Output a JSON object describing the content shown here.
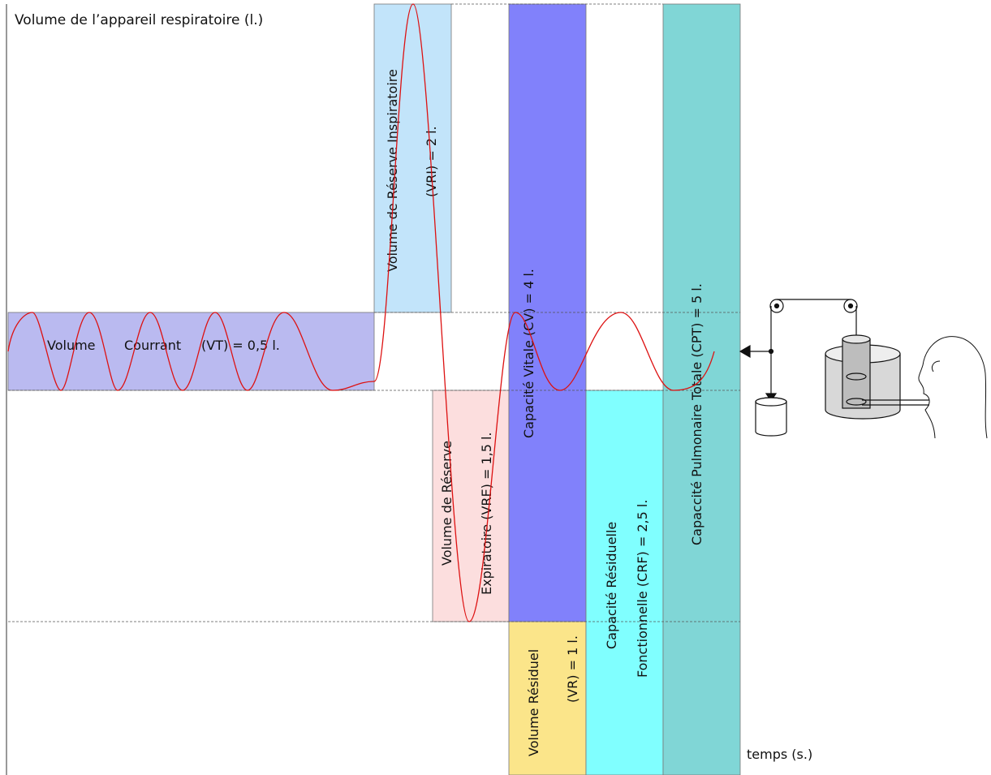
{
  "y_axis_title": "Volume de l’appareil respiratoire (l.)",
  "x_axis_title": "temps (s.)",
  "blocks": {
    "vt": {
      "l1": "Volume",
      "l2": "Courrant",
      "l3": "(VT) = 0,5 l.",
      "color": "#babaf0"
    },
    "vri": {
      "l1": "Volume de Réserve Inspiratoire",
      "l2": "(VRI) = 2 l.",
      "color": "#c2e4fa"
    },
    "vre": {
      "l1": "Volume de Réserve",
      "l2": "Expiratoire (VRE) = 1,5 l.",
      "color": "#fcdede"
    },
    "cv": {
      "l1": "Capacité Vitale (CV) = 4 l.",
      "color": "#8181fb"
    },
    "vr": {
      "l1": "Volume Résiduel",
      "l2": "(VR) = 1 l.",
      "color": "#fbe58a"
    },
    "crf": {
      "l1": "Capacité Résiduelle",
      "l2": "Fonctionnelle (CRF) = 2,5 l.",
      "color": "#80ffff"
    },
    "cpt": {
      "l1": "Capaccité Pulmonaire Totale (CPT) = 5 l.",
      "color": "#80d6d6"
    }
  },
  "trace_color": "#dd1111",
  "guide_color": "#555555"
}
